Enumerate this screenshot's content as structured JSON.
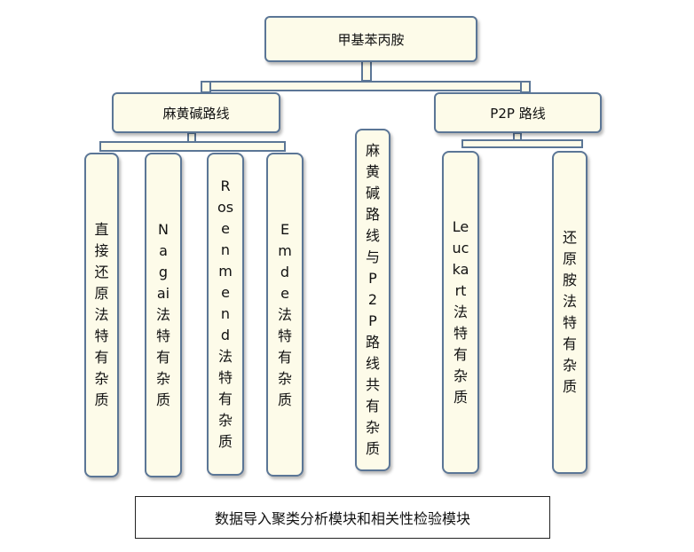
{
  "root": "甲基苯丙胺",
  "branches": {
    "ephedrine": "麻黄碱路线",
    "p2p": "P2P 路线"
  },
  "methods": [
    "直接还原法特有杂质",
    "Nagai法特有杂质",
    "Rosenmend法特有杂质",
    "Emde法特有杂质",
    "麻黄碱路线与P2P路线共有杂质",
    "Leuckart法特有杂质",
    "还原胺法特有杂质"
  ],
  "footer": "数据导入聚类分析模块和相关性检验模块",
  "colors": {
    "box_fill": "#fdfbe9",
    "box_border": "#5b7696"
  }
}
